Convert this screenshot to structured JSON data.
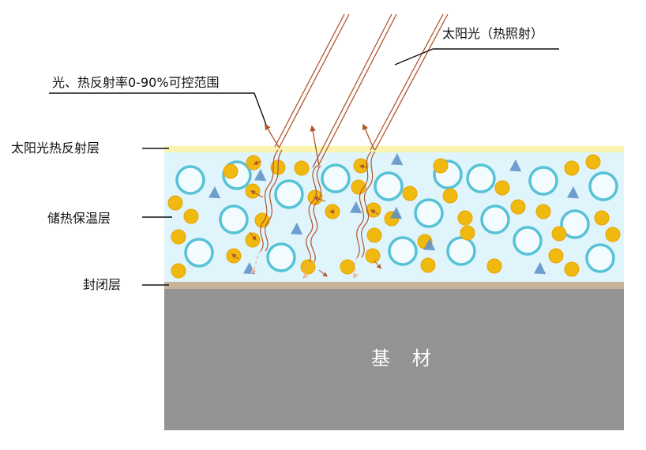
{
  "labels": {
    "sunlight": "太阳光（热照射）",
    "reflect_range": "光、热反射率0-90%可控范围",
    "reflective_layer": "太阳光热反射层",
    "insulation_layer": "储热保温层",
    "seal_layer": "封闭层",
    "substrate": "基 材"
  },
  "colors": {
    "reflective_layer": "#fbf3b0",
    "insulation_layer": "#dff4fb",
    "seal_layer": "#c8b39a",
    "substrate": "#939393",
    "bubble": "#56c2d6",
    "particle": "#f0b90f",
    "particle_edge": "#e8a400",
    "triangle": "#5b8ec4",
    "ray": "#b2552d",
    "ray_faint": "#f0b8a0",
    "leader": "#111111"
  }
}
